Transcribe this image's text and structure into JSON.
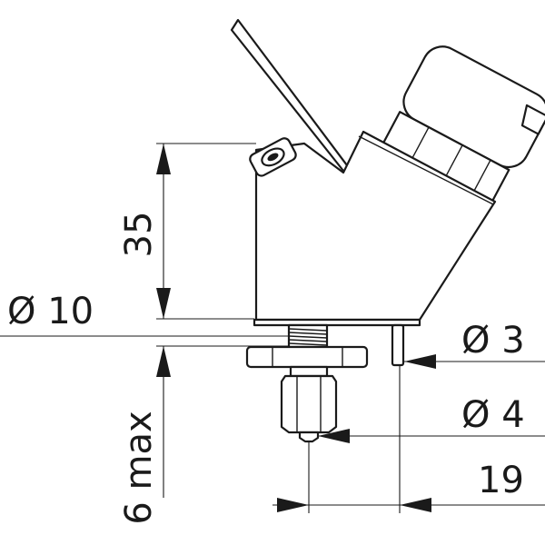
{
  "dimensions": {
    "height_label": "35",
    "thread_diameter_label": "Ø 10",
    "pin_diameter_label": "Ø 3",
    "tip_diameter_label": "Ø 4",
    "offset_label": "19",
    "max_length_label": "6 max"
  },
  "colors": {
    "line": "#1a1a1a",
    "background": "#ffffff"
  }
}
